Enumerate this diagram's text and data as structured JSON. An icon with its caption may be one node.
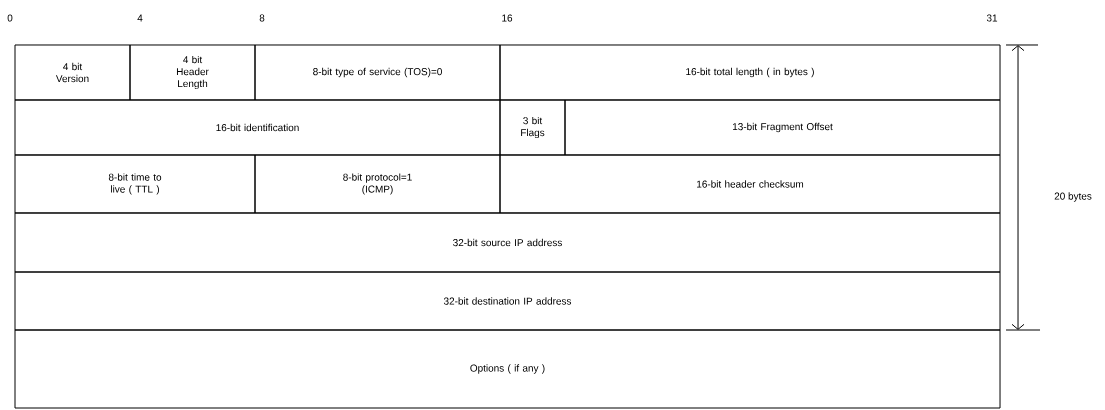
{
  "diagram": {
    "nodes": [
      {
        "text": [
          "4 bit Version"
        ]
      },
      {
        "text": [
          "4 bit Header Length"
        ]
      },
      {
        "text": [
          "8-bit type of service (TOS)=0"
        ]
      },
      {
        "text": [
          "16-bit total length ( in bytes )"
        ]
      },
      {
        "text": [
          "16-bit identification"
        ]
      },
      {
        "text": [
          "3 bit Flags"
        ]
      },
      {
        "text": [
          "13-bit Fragment Offset"
        ]
      },
      {
        "text": [
          "8-bit time to live ( TTL )"
        ]
      },
      {
        "text": [
          "8-bit protocol=1 (ICMP)"
        ]
      },
      {
        "text": [
          "16-bit header checksum"
        ]
      },
      {
        "text": [
          "32-bit source IP address"
        ]
      },
      {
        "text": [
          "32-bit destination IP address"
        ]
      },
      {
        "text": [
          "Options ( if any )"
        ]
      }
    ],
    "labels": [
      "0",
      "4",
      "8",
      "16",
      "31",
      "20 bytes"
    ]
  }
}
